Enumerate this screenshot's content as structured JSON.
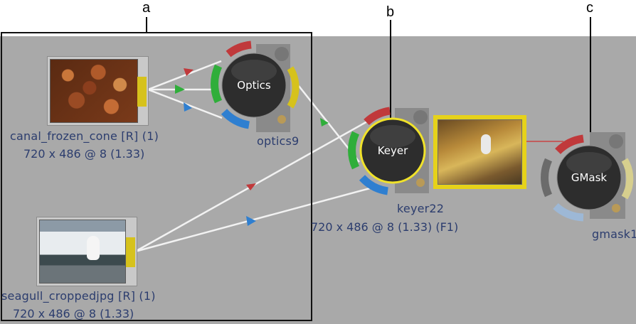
{
  "callouts": {
    "a": "a",
    "b": "b",
    "c": "c"
  },
  "nodes": {
    "canal": {
      "name": "canal_frozen_cone [R] (1)",
      "resolution": "720 x 486 @ 8 (1.33)"
    },
    "seagull": {
      "name": "seagull_croppedjpg [R] (1)",
      "resolution": "720 x 486 @ 8 (1.33)"
    },
    "optics": {
      "button_label": "Optics",
      "name": "optics9"
    },
    "keyer": {
      "button_label": "Keyer",
      "name": "keyer22",
      "resolution": "720 x 486 @ 8 (1.33) (F1)"
    },
    "gmask": {
      "button_label": "GMask",
      "name": "gmask1"
    }
  },
  "colors": {
    "canvas": "#a9a9a9",
    "red_input": "#c0393b",
    "green_input": "#2fae3a",
    "blue_input": "#2f7fd0",
    "yellow_output": "#d6c21c",
    "node_label": "#2c3d6e"
  }
}
